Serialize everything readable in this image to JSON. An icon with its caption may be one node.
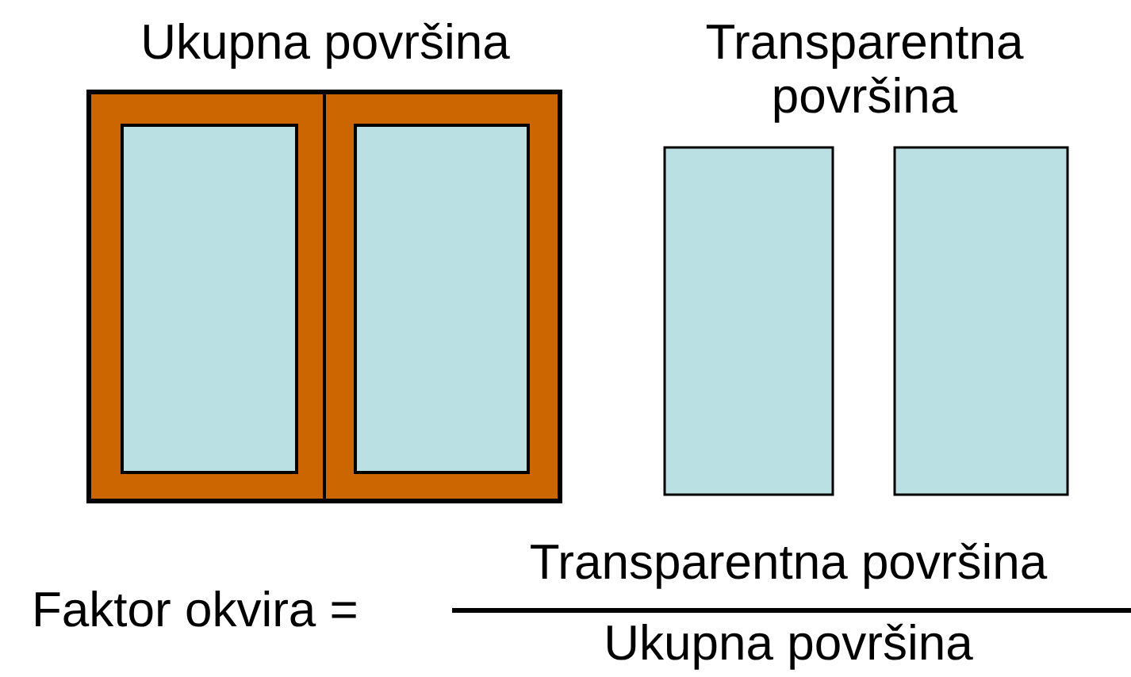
{
  "diagram": {
    "labels": [
      "Ukupna površina",
      "Transparentna površina",
      "Faktor okvira =",
      "Transparentna površina",
      "Ukupna površina"
    ]
  }
}
